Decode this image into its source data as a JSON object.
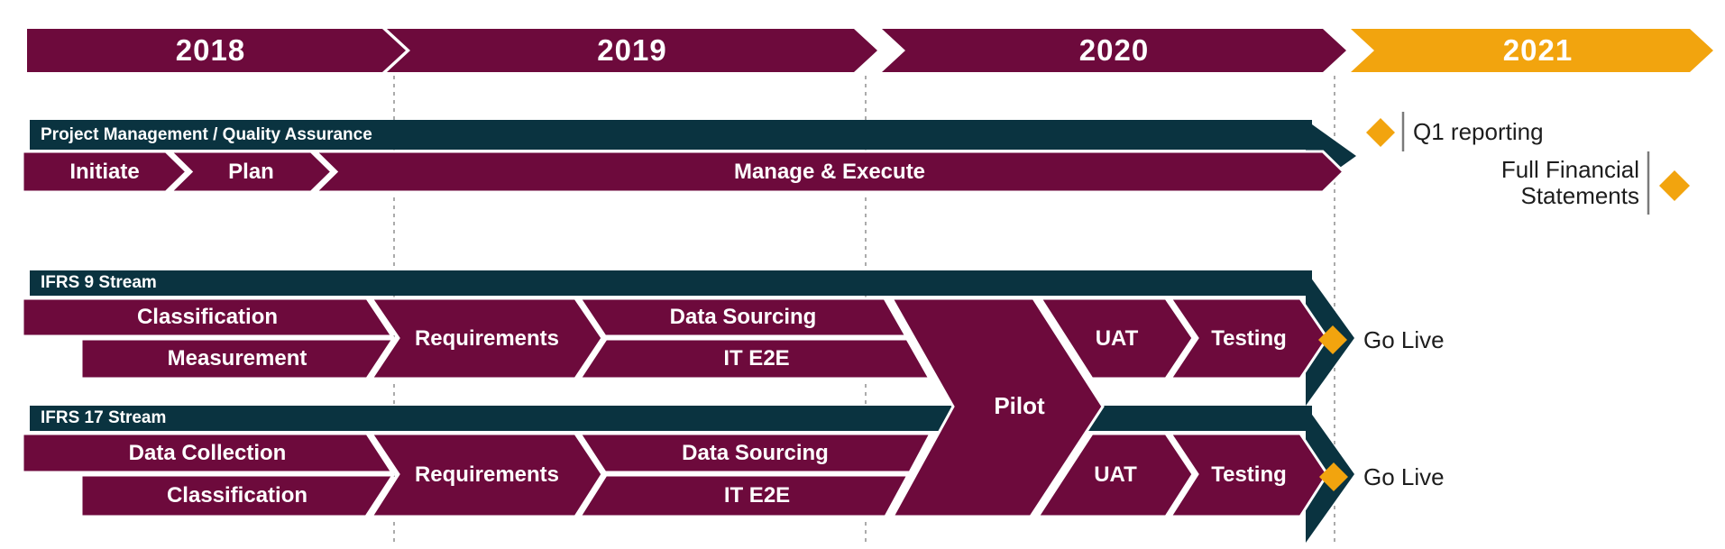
{
  "colors": {
    "maroon": "#6D0A3C",
    "teal": "#0A3340",
    "amber": "#F2A40E",
    "text_dark": "#1d1d1d",
    "gridline": "#8f8f8f",
    "marker_line": "#7a7a7a"
  },
  "years": [
    "2018",
    "2019",
    "2020",
    "2021"
  ],
  "pm": {
    "header": "Project Management / Quality Assurance",
    "phases": [
      "Initiate",
      "Plan",
      "Manage & Execute"
    ]
  },
  "ifrs9": {
    "header": "IFRS 9 Stream",
    "phases": [
      "Classification",
      "Measurement",
      "Requirements",
      "Data Sourcing",
      "IT E2E",
      "UAT",
      "Testing"
    ],
    "milestone": "Go Live"
  },
  "ifrs17": {
    "header": "IFRS 17 Stream",
    "phases": [
      "Data Collection",
      "Classification",
      "Requirements",
      "Data Sourcing",
      "IT E2E",
      "UAT",
      "Testing"
    ],
    "milestone": "Go Live"
  },
  "shared": {
    "pilot": "Pilot"
  },
  "milestones": {
    "q1": "Q1 reporting",
    "full_financial_line1": "Full Financial",
    "full_financial_line2": "Statements"
  }
}
